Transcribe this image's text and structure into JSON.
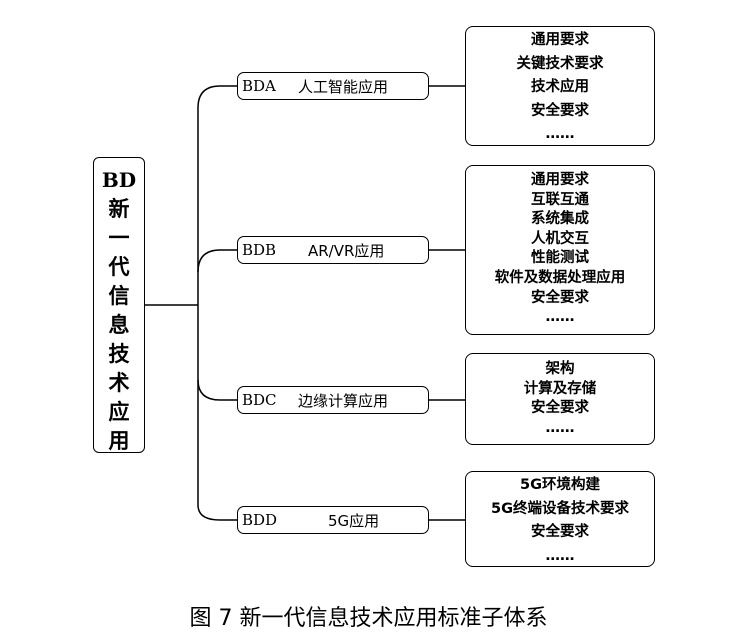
{
  "root": {
    "code": "BD",
    "chars": [
      "新",
      "一",
      "代",
      "信",
      "息",
      "技",
      "术",
      "应",
      "用"
    ]
  },
  "categories": [
    {
      "code": "BDA",
      "label": "人工智能应用",
      "items": [
        "通用要求",
        "关键技术要求",
        "技术应用",
        "安全要求",
        "……"
      ]
    },
    {
      "code": "BDB",
      "label": "AR/VR应用",
      "items": [
        "通用要求",
        "互联互通",
        "系统集成",
        "人机交互",
        "性能测试",
        "软件及数据处理应用",
        "安全要求",
        "……"
      ]
    },
    {
      "code": "BDC",
      "label": "边缘计算应用",
      "items": [
        "架构",
        "计算及存储",
        "安全要求",
        "……"
      ]
    },
    {
      "code": "BDD",
      "label": "5G应用",
      "items": [
        "5G环境构建",
        "5G终端设备技术要求",
        "安全要求",
        "……"
      ]
    }
  ],
  "caption": "图 7  新一代信息技术应用标准子体系"
}
